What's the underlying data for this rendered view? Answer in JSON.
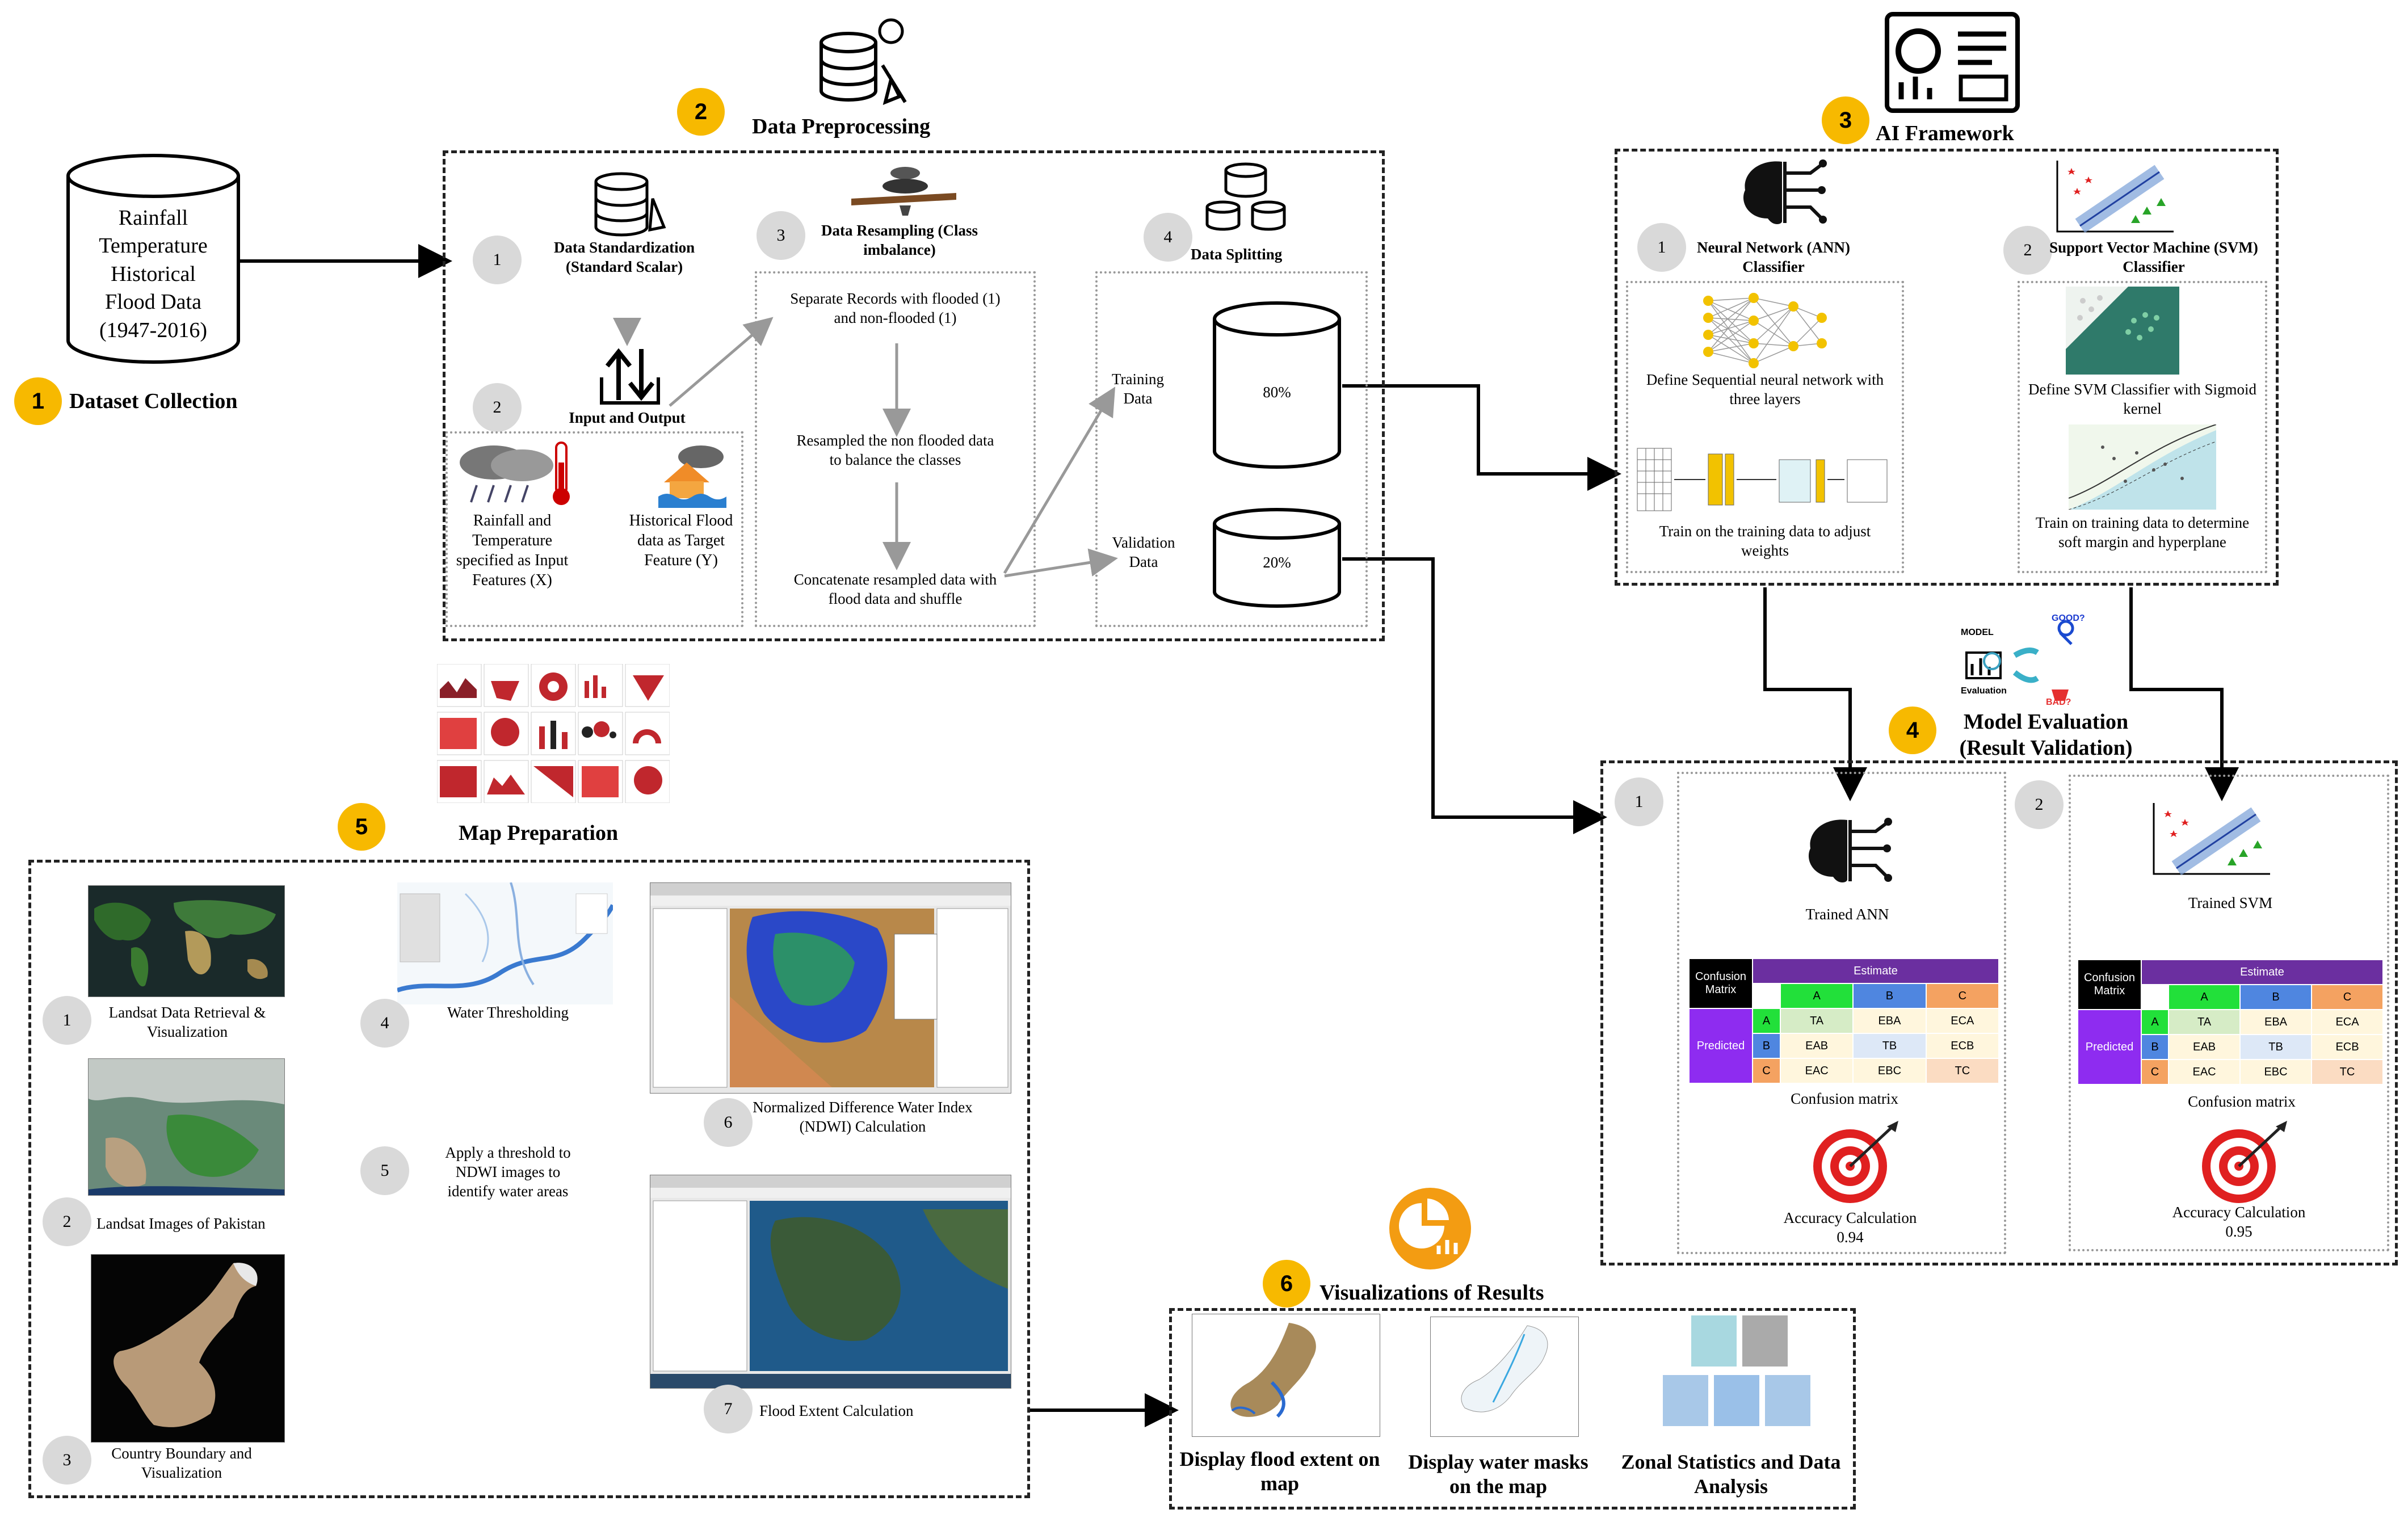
{
  "sections": {
    "dataset": {
      "badge": "1",
      "title": "Dataset Collection",
      "db_lines": [
        "Rainfall",
        "Temperature",
        "Historical",
        "Flood Data",
        "(1947-2016)"
      ]
    },
    "preprocessing": {
      "badge": "2",
      "title": "Data Preprocessing",
      "standardization": {
        "num": "1",
        "label": "Data Standardization (Standard Scalar)"
      },
      "io": {
        "num": "2",
        "label": "Input and Output",
        "input_label": "Rainfall and Temperature specified as Input Features (X)",
        "target_label": "Historical Flood data as Target Feature (Y)"
      },
      "resampling": {
        "num": "3",
        "label": "Data Resampling (Class imbalance)",
        "step1": "Separate Records with flooded (1) and non-flooded (1)",
        "step2": "Resampled the non flooded data to balance the classes",
        "step3": "Concatenate resampled data with flood data and shuffle"
      },
      "splitting": {
        "num": "4",
        "label": "Data Splitting",
        "training_label": "Training Data",
        "training_pct": "80%",
        "validation_label": "Validation Data",
        "validation_pct": "20%"
      }
    },
    "ai": {
      "badge": "3",
      "title": "AI Framework",
      "ann": {
        "num": "1",
        "label": "Neural Network (ANN) Classifier",
        "step1": "Define Sequential neural network with three layers",
        "step2": "Train on the training data to adjust weights"
      },
      "svm": {
        "num": "2",
        "label": "Support Vector Machine (SVM) Classifier",
        "step1": "Define SVM Classifier with Sigmoid kernel",
        "step2": "Train on training data to determine soft margin and hyperplane"
      }
    },
    "evaluation": {
      "badge": "4",
      "title": "Model Evaluation (Result Validation)",
      "icon_model": "MODEL",
      "icon_eval": "Evaluation",
      "icon_good": "GOOD?",
      "icon_bad": "BAD?",
      "ann": {
        "num": "1",
        "trained": "Trained ANN",
        "cm_caption": "Confusion matrix",
        "acc_label": "Accuracy Calculation",
        "acc_value": "0.94"
      },
      "svm": {
        "num": "2",
        "trained": "Trained SVM",
        "cm_caption": "Confusion matrix",
        "acc_label": "Accuracy Calculation",
        "acc_value": "0.95"
      },
      "cm": {
        "title": "Confusion Matrix",
        "estimate": "Estimate",
        "predicted": "Predicted",
        "classes": [
          "A",
          "B",
          "C"
        ],
        "cells": [
          [
            "TA",
            "EBA",
            "ECA"
          ],
          [
            "EAB",
            "TB",
            "ECB"
          ],
          [
            "EAC",
            "EBC",
            "TC"
          ]
        ]
      }
    },
    "map": {
      "badge": "5",
      "title": "Map Preparation",
      "items": [
        {
          "num": "1",
          "label": "Landsat Data Retrieval & Visualization"
        },
        {
          "num": "2",
          "label": "Landsat Images of Pakistan"
        },
        {
          "num": "3",
          "label": "Country Boundary and Visualization"
        },
        {
          "num": "4",
          "label": "Water Thresholding"
        },
        {
          "num": "5",
          "label": "Apply a threshold to NDWI images to identify water areas"
        },
        {
          "num": "6",
          "label": "Normalized Difference Water Index (NDWI) Calculation"
        },
        {
          "num": "7",
          "label": "Flood Extent Calculation"
        }
      ]
    },
    "viz": {
      "badge": "6",
      "title": "Visualizations of Results",
      "items": [
        "Display flood extent on map",
        "Display water masks on the map",
        "Zonal Statistics and Data Analysis"
      ]
    }
  },
  "colors": {
    "badge": "#f7b900",
    "cm_header": "#6b2fa0",
    "cm_purple": "#8e2cf0",
    "cm_green": "#22e03a",
    "cm_blue": "#4f86e0",
    "cm_orange": "#f4a261",
    "target_red": "#e02020"
  }
}
